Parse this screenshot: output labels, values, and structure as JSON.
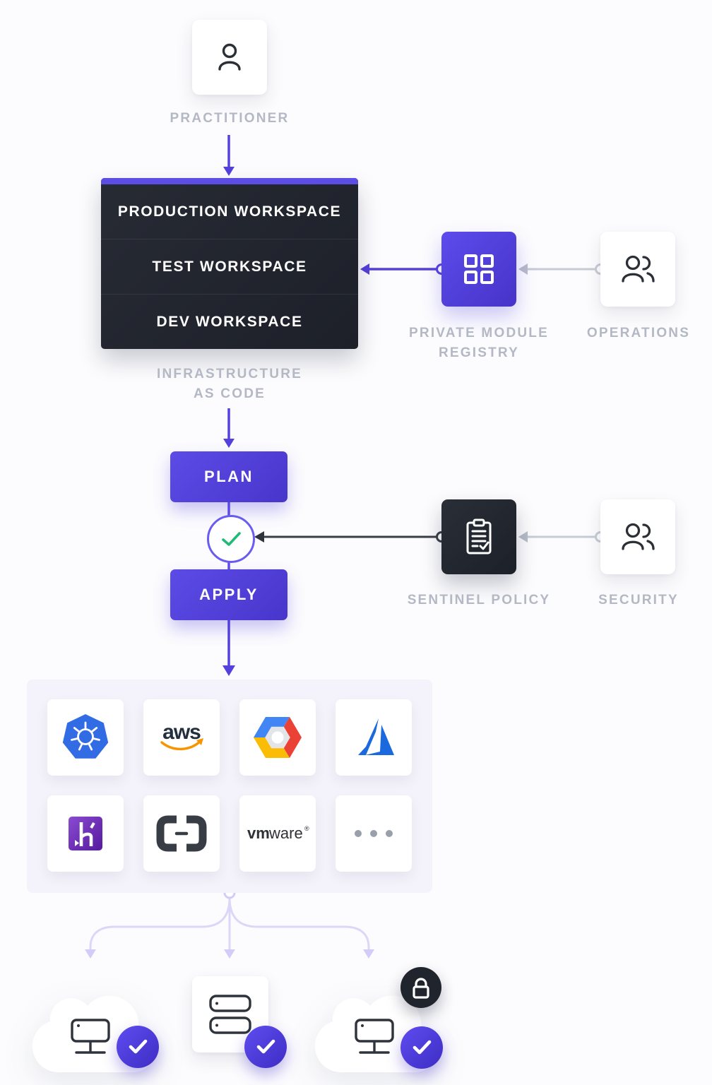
{
  "colors": {
    "accent_purple": "#5c4ee5",
    "dark": "#22252e",
    "label_gray": "#b3b8c4",
    "lavender_line": "#dcd6f8",
    "green_check": "#21ba77",
    "aws_orange": "#f79400",
    "kubernetes_blue": "#326ce5",
    "azure_blue": "#1b69de",
    "heroku_purple": "#6f2da8"
  },
  "nodes": {
    "practitioner": {
      "label": "PRACTITIONER",
      "icon": "person-icon"
    },
    "workspaces": {
      "rows": [
        "PRODUCTION WORKSPACE",
        "TEST WORKSPACE",
        "DEV WORKSPACE"
      ],
      "caption_line1": "INFRASTRUCTURE",
      "caption_line2": "AS CODE"
    },
    "registry": {
      "caption_line1": "PRIVATE MODULE",
      "caption_line2": "REGISTRY",
      "icon": "module-grid-icon"
    },
    "operations": {
      "label": "OPERATIONS",
      "icon": "team-icon"
    },
    "plan": {
      "label": "PLAN"
    },
    "policy_check": {
      "icon": "check-icon"
    },
    "apply": {
      "label": "APPLY"
    },
    "sentinel": {
      "label": "SENTINEL POLICY",
      "icon": "clipboard-check-icon"
    },
    "security": {
      "label": "SECURITY",
      "icon": "team-icon"
    }
  },
  "providers": [
    {
      "name": "Kubernetes",
      "icon": "kubernetes-icon"
    },
    {
      "name": "AWS",
      "icon": "aws-icon",
      "logo_text": "aws"
    },
    {
      "name": "Google Cloud Platform",
      "icon": "google-cloud-icon"
    },
    {
      "name": "Microsoft Azure",
      "icon": "azure-icon"
    },
    {
      "name": "Heroku",
      "icon": "heroku-icon"
    },
    {
      "name": "Alibaba Cloud",
      "icon": "alibaba-cloud-brackets-icon"
    },
    {
      "name": "VMware",
      "icon": "vmware-icon",
      "logo_text_bold": "vm",
      "logo_text": "ware",
      "logo_mark": "®"
    },
    {
      "name": "More providers",
      "icon": "ellipsis-icon"
    }
  ],
  "targets": [
    {
      "name": "cloud-infrastructure",
      "icons": [
        "workstation-icon",
        "check-badge-icon"
      ]
    },
    {
      "name": "server-infrastructure",
      "icons": [
        "server-stack-icon",
        "check-badge-icon"
      ]
    },
    {
      "name": "secured-cloud-infrastructure",
      "icons": [
        "workstation-icon",
        "lock-badge-icon",
        "check-badge-icon"
      ]
    }
  ]
}
